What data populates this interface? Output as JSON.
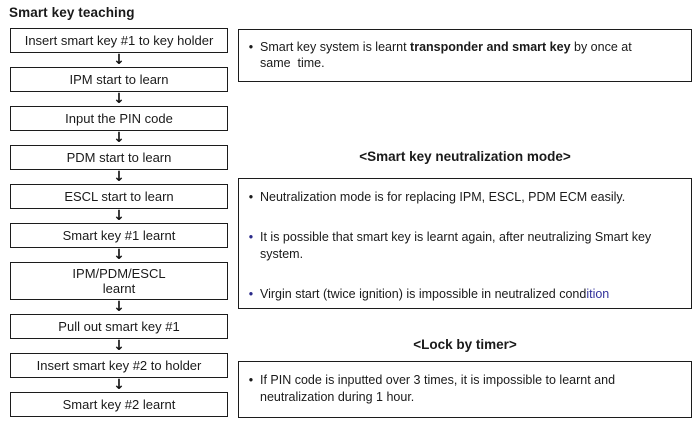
{
  "title": "Smart key teaching",
  "icons": {
    "down_arrow": "↓",
    "bullet": "•"
  },
  "colors": {
    "text": "#1a1a1a",
    "border": "#1c1c1c",
    "background": "#ffffff",
    "accent_blue": "#32329b",
    "bullet_blue": "#2b2b8a"
  },
  "flow": {
    "steps": [
      {
        "lines": [
          "Insert smart key #1 to key holder"
        ]
      },
      {
        "lines": [
          "IPM start to learn"
        ]
      },
      {
        "lines": [
          "Input the PIN code"
        ]
      },
      {
        "lines": [
          "PDM start to learn"
        ]
      },
      {
        "lines": [
          "ESCL start to learn"
        ]
      },
      {
        "lines": [
          "Smart key #1 learnt"
        ]
      },
      {
        "lines": [
          "IPM/PDM/ESCL",
          "learnt"
        ]
      },
      {
        "lines": [
          "Pull out smart key #1"
        ]
      },
      {
        "lines": [
          "Insert smart key #2 to holder"
        ]
      },
      {
        "lines": [
          "Smart key #2 learnt"
        ]
      }
    ]
  },
  "notes": {
    "teaching": {
      "bullets": [
        {
          "bullet_color": "#1a1a1a",
          "lines": [
            [
              {
                "text": "Smart key system is learnt "
              },
              {
                "text": "transponder and smart key",
                "bold": true
              },
              {
                "text": " by once at"
              }
            ],
            [
              {
                "text": "same  time."
              }
            ]
          ]
        }
      ]
    },
    "neutralization": {
      "heading": "<Smart key neutralization mode>",
      "bullets": [
        {
          "bullet_color": "#1a1a1a",
          "lines": [
            [
              {
                "text": "Neutralization mode is for replacing IPM, ESCL, PDM ECM easily."
              }
            ]
          ]
        },
        {
          "bullet_color": "#2b2b8a",
          "lines": [
            [
              {
                "text": "It is possible that smart key is learnt again, after neutralizing Smart key"
              }
            ],
            [
              {
                "text": "system."
              }
            ]
          ]
        },
        {
          "bullet_color": "#2b2b8a",
          "lines": [
            [
              {
                "text": "Virgin start (twice ignition) is impossible in neutralized cond"
              },
              {
                "text": "ition",
                "color": "#32329b"
              }
            ]
          ]
        }
      ]
    },
    "lock": {
      "heading": "<Lock by timer>",
      "bullets": [
        {
          "bullet_color": "#1a1a1a",
          "lines": [
            [
              {
                "text": "If PIN code is inputted over 3 times, it is impossible to learnt and"
              }
            ],
            [
              {
                "text": "neutralization during 1 hour."
              }
            ]
          ]
        }
      ]
    }
  }
}
